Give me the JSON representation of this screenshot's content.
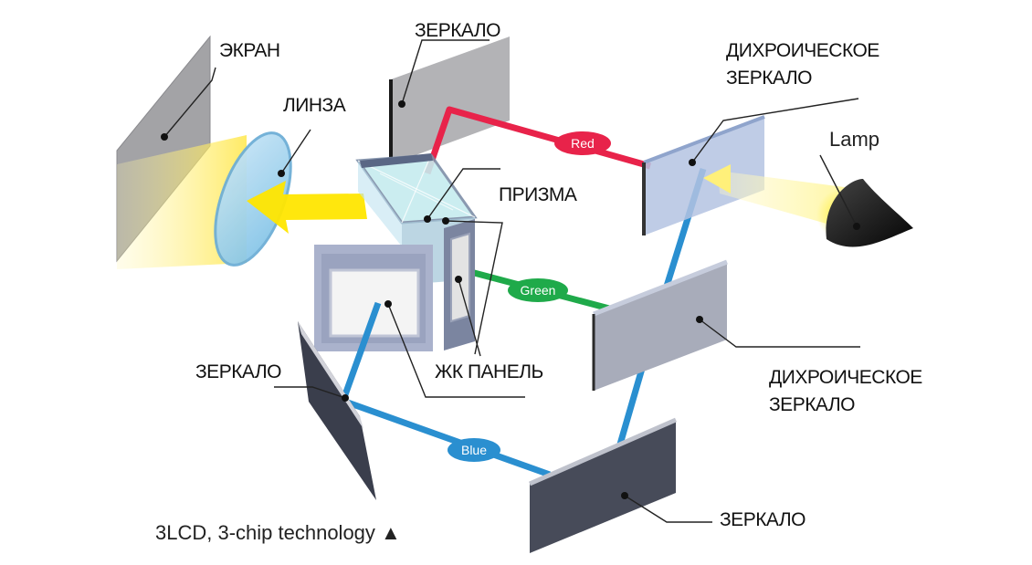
{
  "labels": {
    "screen": "ЭКРАН",
    "lens": "ЛИНЗА",
    "mirror_top": "ЗЕРКАЛО",
    "dichroic_top_line1": "ДИХРОИЧЕСКОЕ",
    "dichroic_top_line2": "ЗЕРКАЛО",
    "lamp": "Lamp",
    "prism": "ПРИЗМА",
    "lcd_panel": "ЖК ПАНЕЛЬ",
    "mirror_left": "ЗЕРКАЛО",
    "dichroic_mid_line1": "ДИХРОИЧЕСКОЕ",
    "dichroic_mid_line2": "ЗЕРКАЛО",
    "mirror_bottom": "ЗЕРКАЛО"
  },
  "beams": {
    "red": "Red",
    "green": "Green",
    "blue": "Blue"
  },
  "caption": "3LCD, 3-chip technology ▲",
  "colors": {
    "red_beam": "#e8234a",
    "green_beam": "#1faa4a",
    "blue_beam": "#2a8fd0",
    "light_beam": "#ffe640",
    "mirror_gray": "#a9a9ad",
    "dichroic_blue": "#b4c3e2"
  }
}
